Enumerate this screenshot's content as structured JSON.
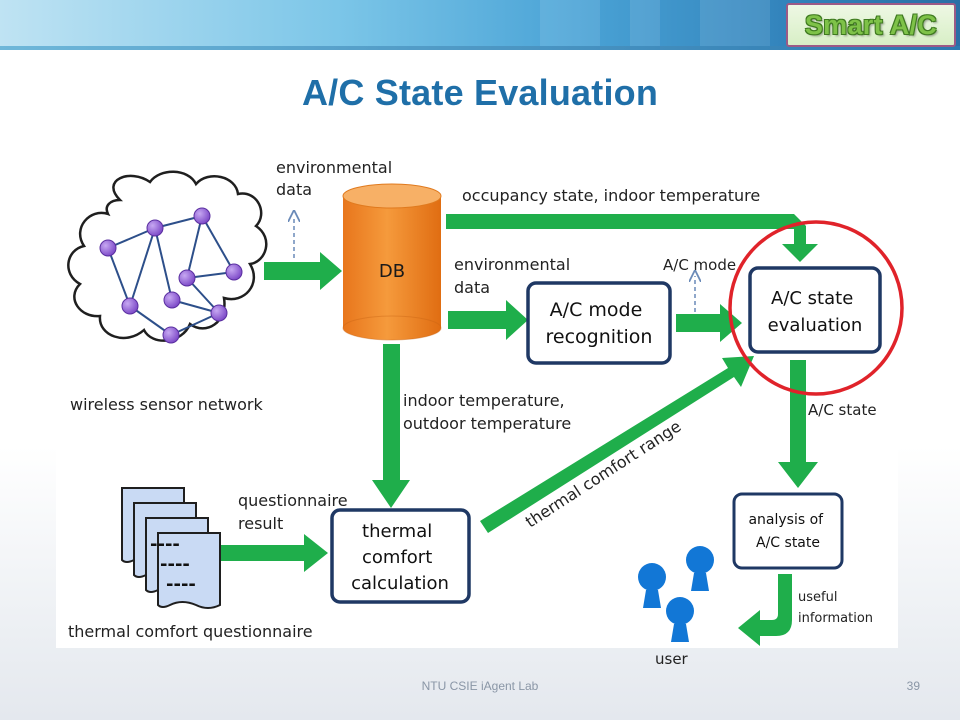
{
  "header": {
    "badge": "Smart A/C",
    "title": "A/C State Evaluation"
  },
  "footer": {
    "lab": "NTU CSIE iAgent Lab",
    "page": "39"
  },
  "diagram": {
    "labels": {
      "env_data_top_1": "environmental",
      "env_data_top_2": "data",
      "occupancy": "occupancy state, indoor temperature",
      "env_data_mid_1": "environmental",
      "env_data_mid_2": "data",
      "ac_mode": "A/C mode",
      "db": "DB",
      "wsn": "wireless sensor network",
      "indoor_outdoor_1": "indoor temperature,",
      "indoor_outdoor_2": "outdoor temperature",
      "ac_state": "A/C state",
      "thermal_range": "thermal comfort range",
      "questionnaire_result_1": "questionnaire",
      "questionnaire_result_2": "result",
      "questionnaire": "thermal comfort questionnaire",
      "useful_info_1": "useful",
      "useful_info_2": "information",
      "user": "user",
      "dashes": "----"
    },
    "boxes": {
      "mode_recognition_1": "A/C mode",
      "mode_recognition_2": "recognition",
      "state_evaluation_1": "A/C state",
      "state_evaluation_2": "evaluation",
      "thermal_1": "thermal",
      "thermal_2": "comfort",
      "thermal_3": "calculation",
      "analysis_1": "analysis of",
      "analysis_2": "A/C state"
    }
  },
  "colors": {
    "arrow": "#1fae4b",
    "box_border": "#1f3864",
    "db": "#f08a2a",
    "node": "#8b5fd0",
    "user": "#1277d6",
    "highlight": "#e0232a",
    "title": "#1f6fa8"
  }
}
